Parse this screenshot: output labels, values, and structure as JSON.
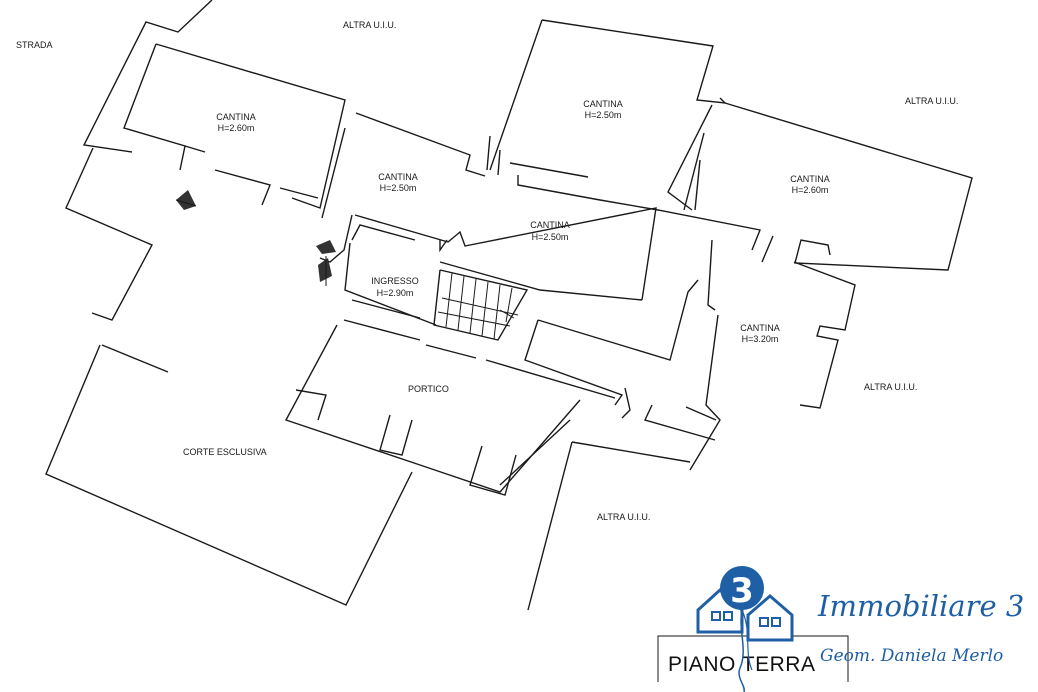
{
  "labels": {
    "strada": "STRADA",
    "altra_top": "ALTRA U.I.U.",
    "altra_right_top": "ALTRA U.I.U.",
    "altra_right_mid": "ALTRA U.I.U.",
    "altra_bottom": "ALTRA U.I.U.",
    "corte": "CORTE ESCLUSIVA",
    "portico": "PORTICO"
  },
  "rooms": [
    {
      "name": "CANTINA",
      "height": "H=2.60m"
    },
    {
      "name": "CANTINA",
      "height": "H=2.50m"
    },
    {
      "name": "CANTINA",
      "height": "H=2.50m"
    },
    {
      "name": "CANTINA",
      "height": "H=2.60m"
    },
    {
      "name": "CANTINA",
      "height": "H=2.50m"
    },
    {
      "name": "INGRESSO",
      "height": "H=2.90m"
    },
    {
      "name": "CANTINA",
      "height": "H=3.20m"
    }
  ],
  "title": "PIANO TERRA",
  "brand": {
    "logo_number": "3",
    "name": "Immobiliare 3",
    "subtitle": "Geom. Daniela Merlo",
    "color": "#1f5fa6"
  }
}
